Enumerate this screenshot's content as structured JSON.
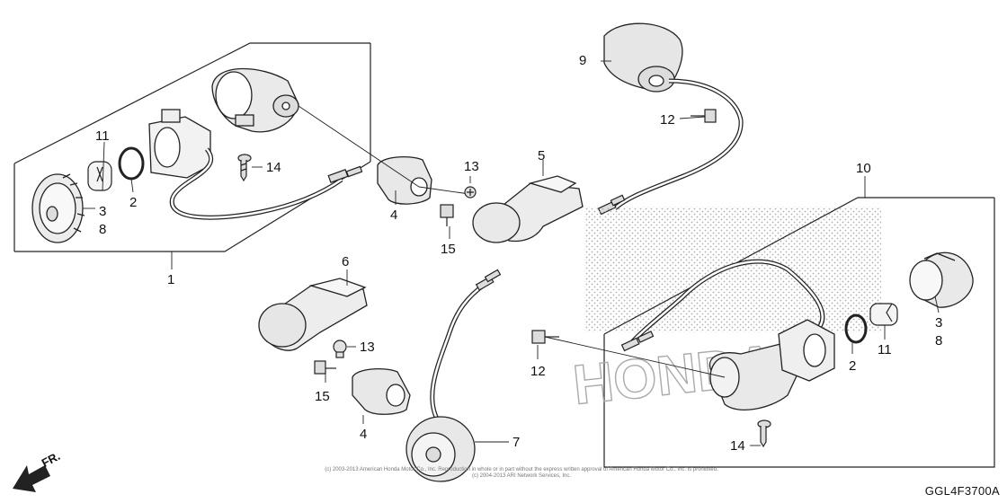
{
  "diagram": {
    "ref_code": "GGL4F3700A",
    "direction_label": "FR.",
    "copyright_line1": "(c) 2003-2013 American Honda Motor Co., Inc. Reproduction in whole or in part without the express written approval of American Honda Motor Co., Inc. is prohibited.",
    "copyright_line2": "(c) 2004-2013 ARI Network Services, Inc.",
    "watermark": "HONDA",
    "callouts": [
      {
        "id": "c1",
        "text": "1"
      },
      {
        "id": "c2",
        "text": "2"
      },
      {
        "id": "c3",
        "text": "3"
      },
      {
        "id": "c8",
        "text": "8"
      },
      {
        "id": "c11",
        "text": "11"
      },
      {
        "id": "c14",
        "text": "14"
      },
      {
        "id": "c4a",
        "text": "4"
      },
      {
        "id": "c15a",
        "text": "15"
      },
      {
        "id": "c13a",
        "text": "13"
      },
      {
        "id": "c5",
        "text": "5"
      },
      {
        "id": "c9",
        "text": "9"
      },
      {
        "id": "c12a",
        "text": "12"
      },
      {
        "id": "c10",
        "text": "10"
      },
      {
        "id": "c6",
        "text": "6"
      },
      {
        "id": "c13b",
        "text": "13"
      },
      {
        "id": "c15b",
        "text": "15"
      },
      {
        "id": "c4b",
        "text": "4"
      },
      {
        "id": "c7",
        "text": "7"
      },
      {
        "id": "c12b",
        "text": "12"
      },
      {
        "id": "c2b",
        "text": "2"
      },
      {
        "id": "c11b",
        "text": "11"
      },
      {
        "id": "c3b",
        "text": "3"
      },
      {
        "id": "c8b",
        "text": "8"
      },
      {
        "id": "c14b",
        "text": "14"
      }
    ]
  }
}
